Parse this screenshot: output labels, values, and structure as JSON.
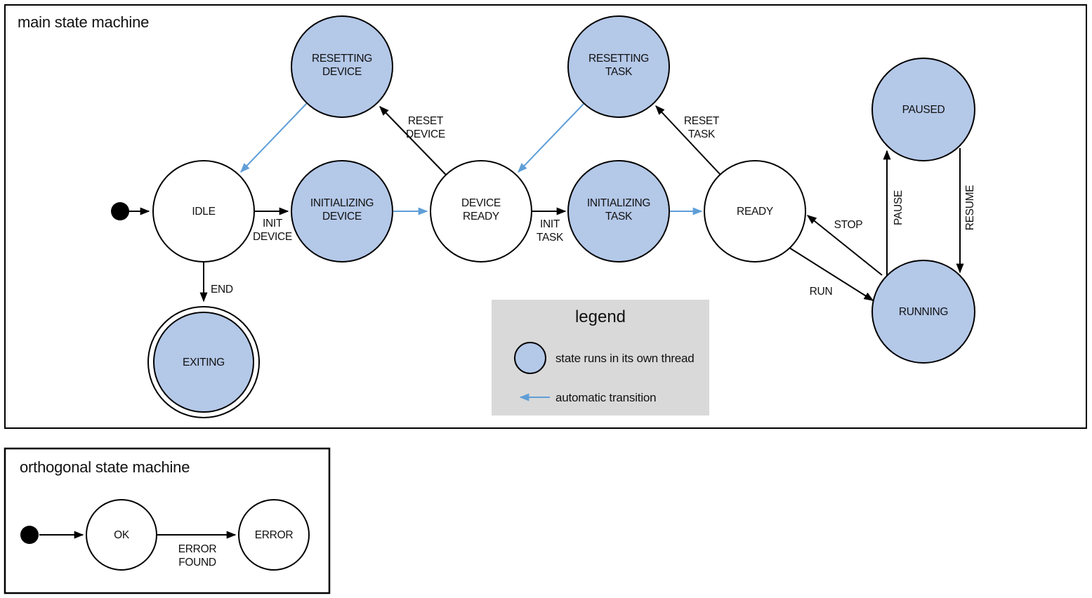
{
  "colors": {
    "threaded_state_fill": "#b4c8e8",
    "automatic_transition": "#5f9ed7",
    "legend_background": "#d9d9d9",
    "line_color": "#000000"
  },
  "main_machine": {
    "title": "main state machine",
    "states": [
      {
        "label": "IDLE",
        "threaded": false
      },
      {
        "label": "RESETTING\nDEVICE",
        "threaded": true
      },
      {
        "label": "INITIALIZING\nDEVICE",
        "threaded": true
      },
      {
        "label": "DEVICE\nREADY",
        "threaded": false
      },
      {
        "label": "RESETTING\nTASK",
        "threaded": true
      },
      {
        "label": "INITIALIZING\nTASK",
        "threaded": true
      },
      {
        "label": "READY",
        "threaded": false
      },
      {
        "label": "PAUSED",
        "threaded": true
      },
      {
        "label": "RUNNING",
        "threaded": true
      },
      {
        "label": "EXITING",
        "threaded": true,
        "final": true
      }
    ],
    "transitions": [
      {
        "from": "start",
        "to": "IDLE",
        "label": ""
      },
      {
        "from": "IDLE",
        "to": "INITIALIZING DEVICE",
        "label": "INIT\nDEVICE"
      },
      {
        "from": "INITIALIZING DEVICE",
        "to": "DEVICE READY",
        "label": "",
        "automatic": true
      },
      {
        "from": "RESETTING DEVICE",
        "to": "IDLE",
        "label": "",
        "automatic": true
      },
      {
        "from": "DEVICE READY",
        "to": "RESETTING DEVICE",
        "label": "RESET\nDEVICE"
      },
      {
        "from": "DEVICE READY",
        "to": "INITIALIZING TASK",
        "label": "INIT\nTASK"
      },
      {
        "from": "INITIALIZING TASK",
        "to": "READY",
        "label": "",
        "automatic": true
      },
      {
        "from": "RESETTING TASK",
        "to": "DEVICE READY",
        "label": "",
        "automatic": true
      },
      {
        "from": "READY",
        "to": "RESETTING TASK",
        "label": "RESET\nTASK"
      },
      {
        "from": "RUNNING",
        "to": "READY",
        "label": "STOP"
      },
      {
        "from": "READY",
        "to": "RUNNING",
        "label": "RUN"
      },
      {
        "from": "RUNNING",
        "to": "PAUSED",
        "label": "PAUSE"
      },
      {
        "from": "PAUSED",
        "to": "RUNNING",
        "label": "RESUME"
      },
      {
        "from": "IDLE",
        "to": "EXITING",
        "label": "END"
      }
    ]
  },
  "legend": {
    "title": "legend",
    "thread_label": "state runs in its own thread",
    "auto_label": "automatic transition"
  },
  "orthogonal_machine": {
    "title": "orthogonal state machine",
    "states": [
      {
        "label": "OK",
        "threaded": false
      },
      {
        "label": "ERROR",
        "threaded": false
      }
    ],
    "transitions": [
      {
        "from": "start",
        "to": "OK",
        "label": ""
      },
      {
        "from": "OK",
        "to": "ERROR",
        "label": "ERROR\nFOUND"
      }
    ]
  }
}
